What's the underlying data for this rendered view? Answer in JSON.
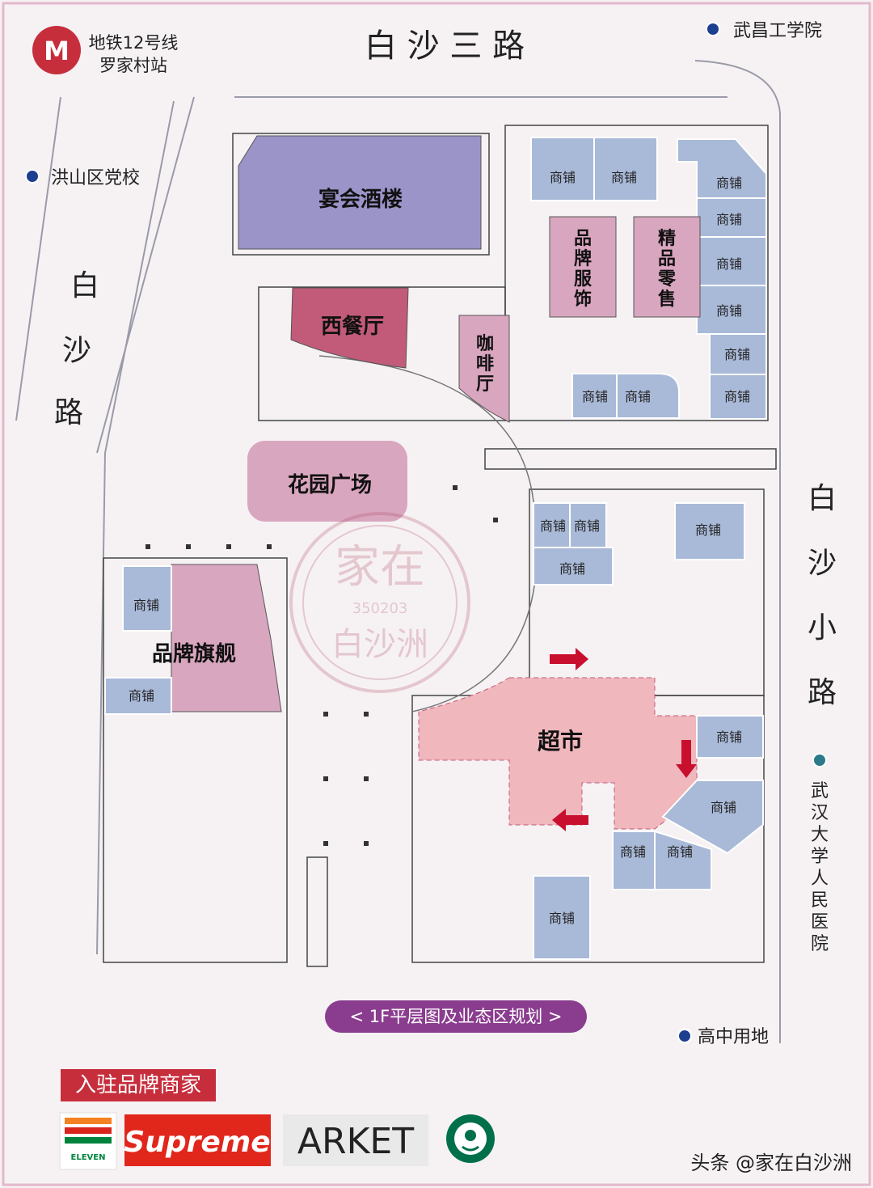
{
  "metro": {
    "line": "地铁12号线",
    "station": "罗家村站",
    "icon_letter": "M"
  },
  "roads": {
    "north": "白 沙 三 路",
    "west": [
      "白",
      "沙",
      "路"
    ],
    "east": [
      "白",
      "沙",
      "小",
      "路"
    ]
  },
  "landmarks": {
    "wuchang_institute": "武昌工学院",
    "hongshan_school": "洪山区党校",
    "hospital": [
      "武",
      "汉",
      "大",
      "学",
      "人",
      "民",
      "医",
      "院"
    ],
    "high_school_land": "高中用地"
  },
  "zones": {
    "banquet": "宴会酒楼",
    "western_restaurant": "西餐厅",
    "cafe": [
      "咖",
      "啡",
      "厅"
    ],
    "brand_apparel": [
      "品",
      "牌",
      "服",
      "饰"
    ],
    "boutique_retail": [
      "精",
      "品",
      "零",
      "售"
    ],
    "garden_plaza": "花园广场",
    "flagship": "品牌旗舰",
    "supermarket": "超市",
    "shop": "商铺"
  },
  "watermark": {
    "main": "家在",
    "code": "350203",
    "sub": "白沙洲"
  },
  "caption": "< 1F平层图及业态区规划 >",
  "brands": {
    "title": "入驻品牌商家",
    "items": [
      "ELEVEN",
      "Supreme",
      "ARKET",
      "starbucks-logo"
    ]
  },
  "credit": "头条 @家在白沙洲",
  "colors": {
    "blue_shop": "#a9b9d8",
    "purple_banquet": "#9b94c9",
    "pink_zone": "#d9a6bf",
    "red_zone": "#c25b79",
    "supermarket": "#f0b7bd",
    "arrow": "#c8102e",
    "brand_red": "#c72e3c",
    "caption_purple": "#8a3d8f"
  }
}
